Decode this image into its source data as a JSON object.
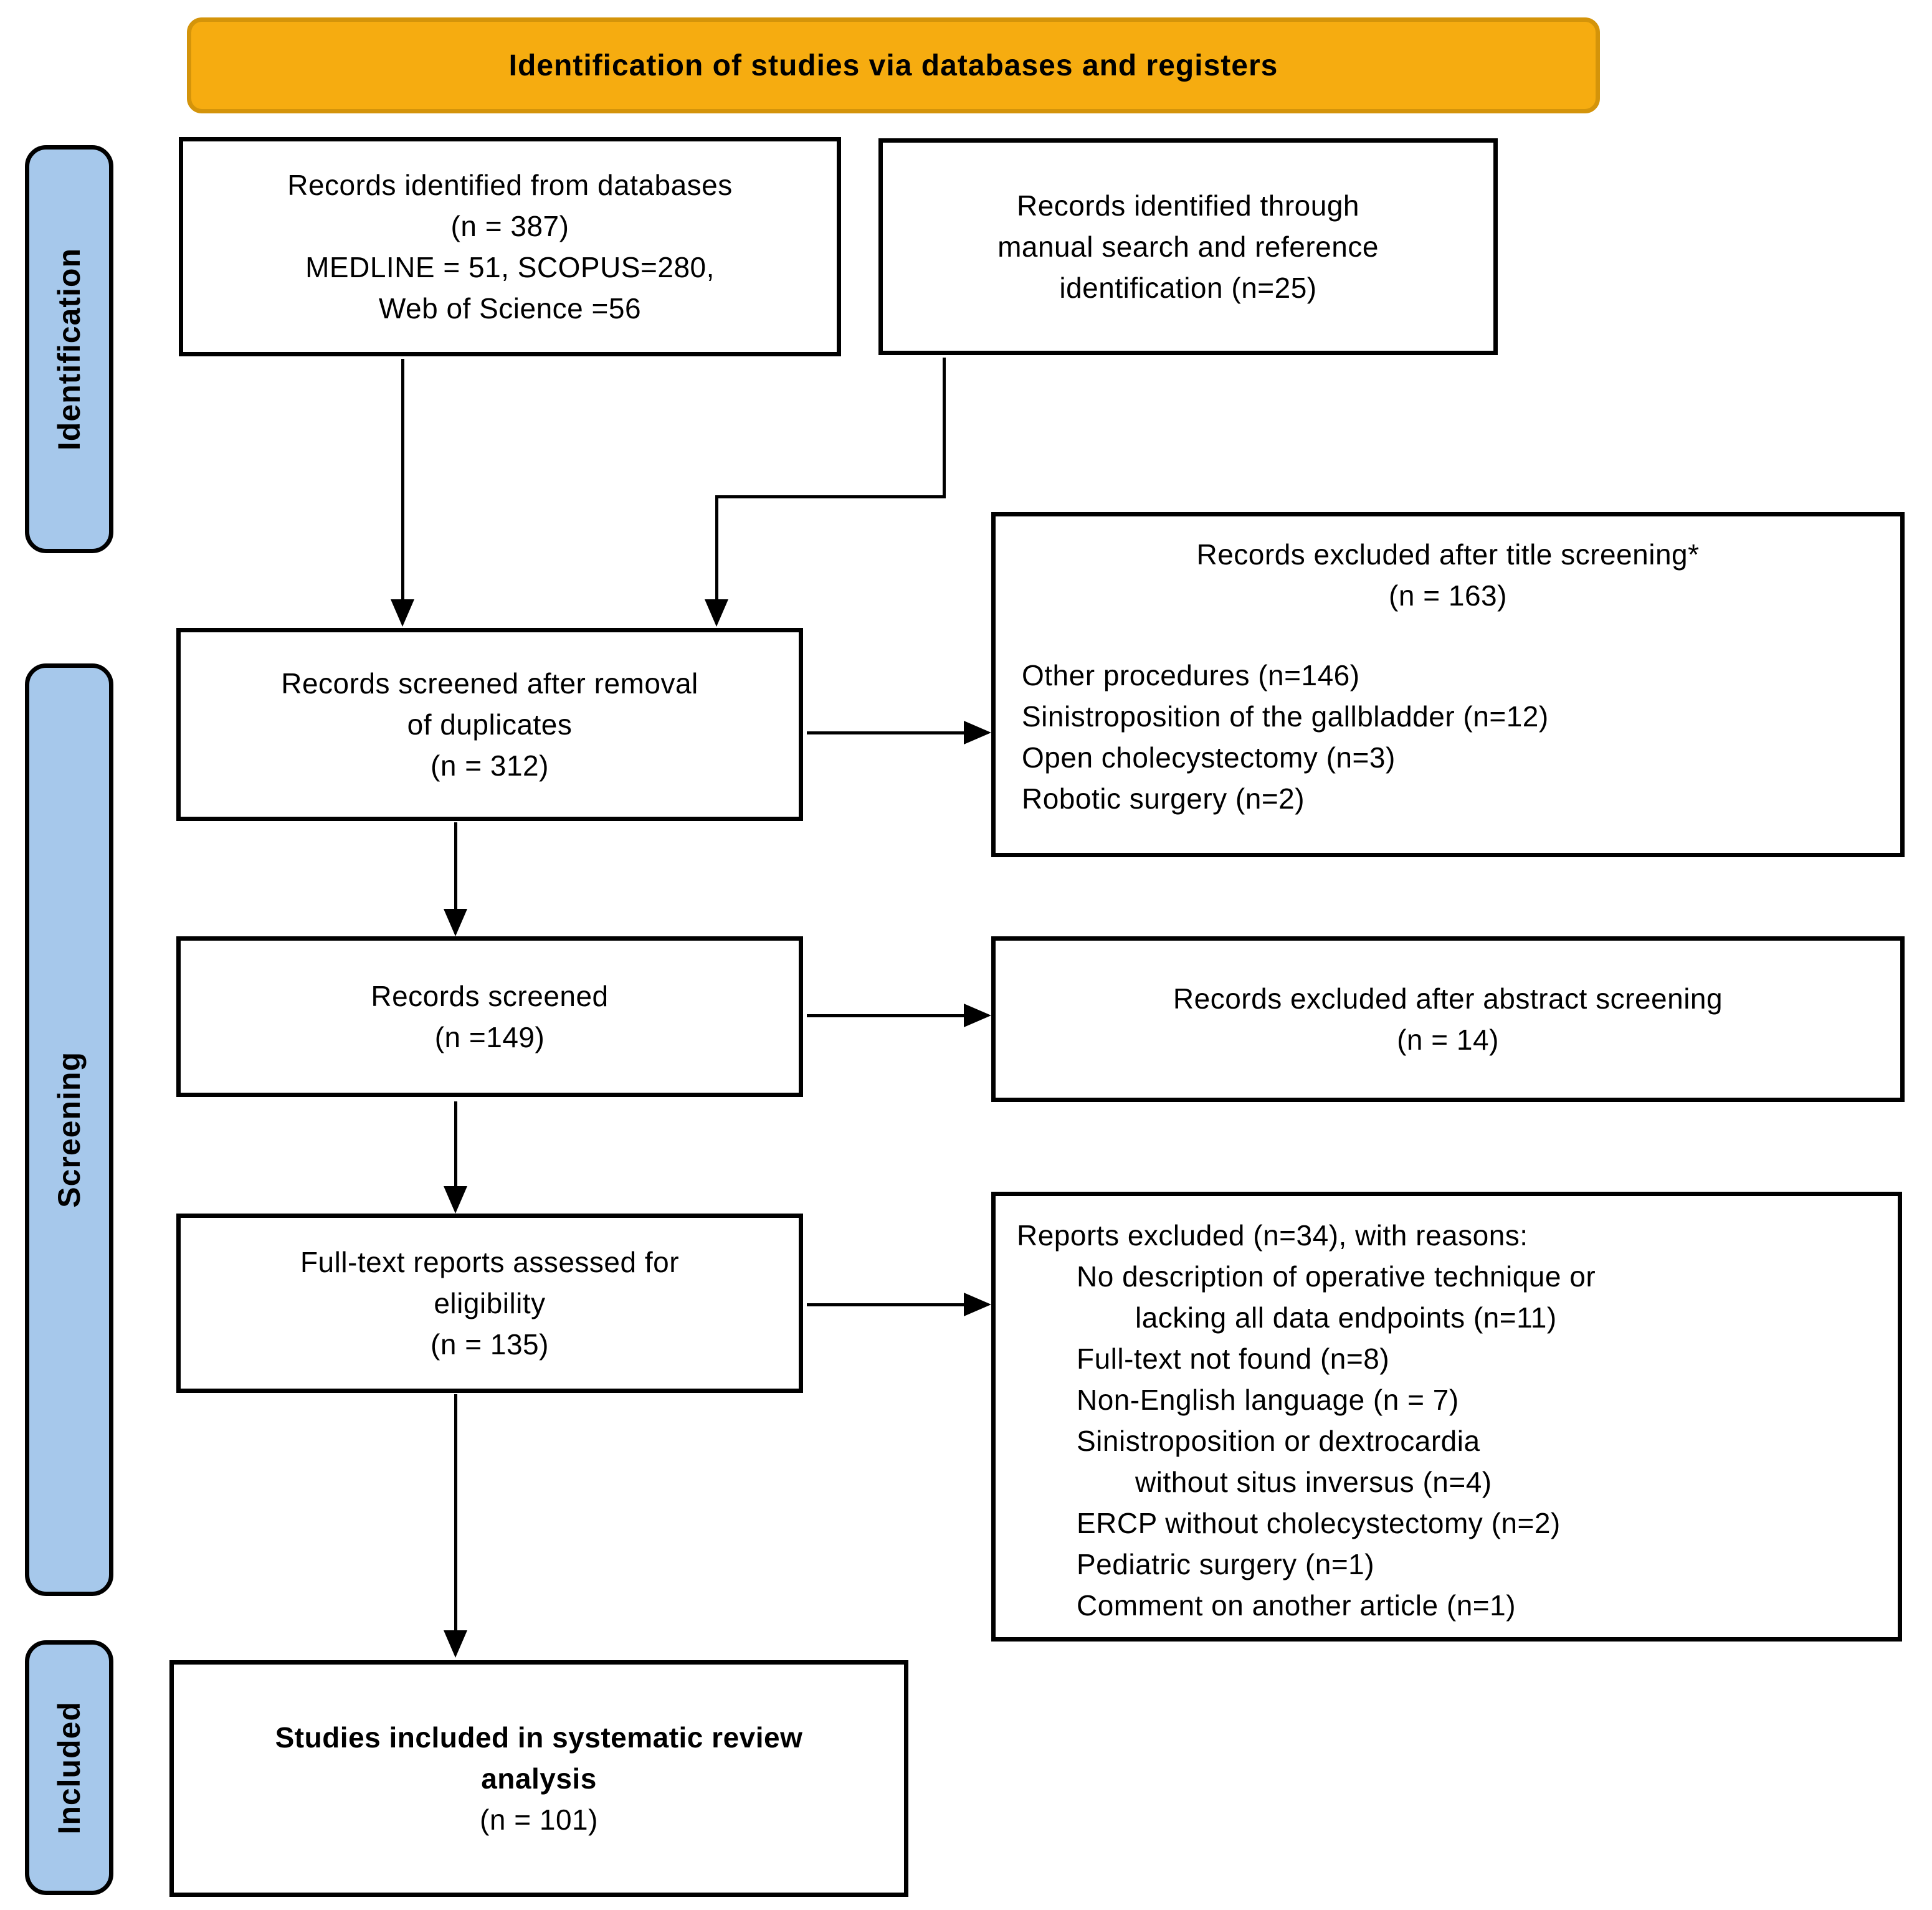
{
  "banner": {
    "label": "Identification of studies via databases and registers"
  },
  "colors": {
    "banner_bg": "#F6AC10",
    "banner_border": "#D4940A",
    "stage_bg": "#A6C8EB",
    "box_border": "#000000",
    "text": "#000000"
  },
  "stages": {
    "identification": "Identification",
    "screening": "Screening",
    "included": "Included"
  },
  "boxes": {
    "records_identified": {
      "lines": [
        "Records identified from databases",
        "(n = 387)",
        "MEDLINE = 51, SCOPUS=280,",
        "Web of Science =56"
      ]
    },
    "manual_search": {
      "lines": [
        "Records identified through",
        "manual search and reference",
        "identification (n=25)"
      ]
    },
    "excluded_title": {
      "title_lines": [
        "Records excluded after title screening*",
        "(n = 163)"
      ],
      "items": [
        "Other procedures (n=146)",
        "Sinistroposition of the gallbladder (n=12)",
        "Open cholecystectomy (n=3)",
        "Robotic surgery (n=2)"
      ]
    },
    "screened_duplicates": {
      "lines": [
        "Records screened after removal",
        "of duplicates",
        "(n = 312)"
      ]
    },
    "records_screened": {
      "lines": [
        "Records screened",
        "(n =149)"
      ]
    },
    "excluded_abstract": {
      "lines": [
        "Records excluded after abstract screening",
        "(n = 14)"
      ]
    },
    "fulltext_assessed": {
      "lines": [
        "Full-text reports assessed for",
        "eligibility",
        "(n = 135)"
      ]
    },
    "reports_excluded": {
      "heading": "Reports excluded (n=34), with reasons:",
      "items": [
        "No description of operative technique or",
        "lacking all data endpoints (n=11)",
        "Full-text not found (n=8)",
        "Non-English language (n = 7)",
        "Sinistroposition or dextrocardia",
        "without situs inversus (n=4)",
        "ERCP without cholecystectomy (n=2)",
        "Pediatric surgery (n=1)",
        "Comment on another article (n=1)"
      ]
    },
    "studies_included": {
      "bold_lines": [
        "Studies included in systematic review",
        "analysis"
      ],
      "count_line": "(n = 101)"
    }
  }
}
